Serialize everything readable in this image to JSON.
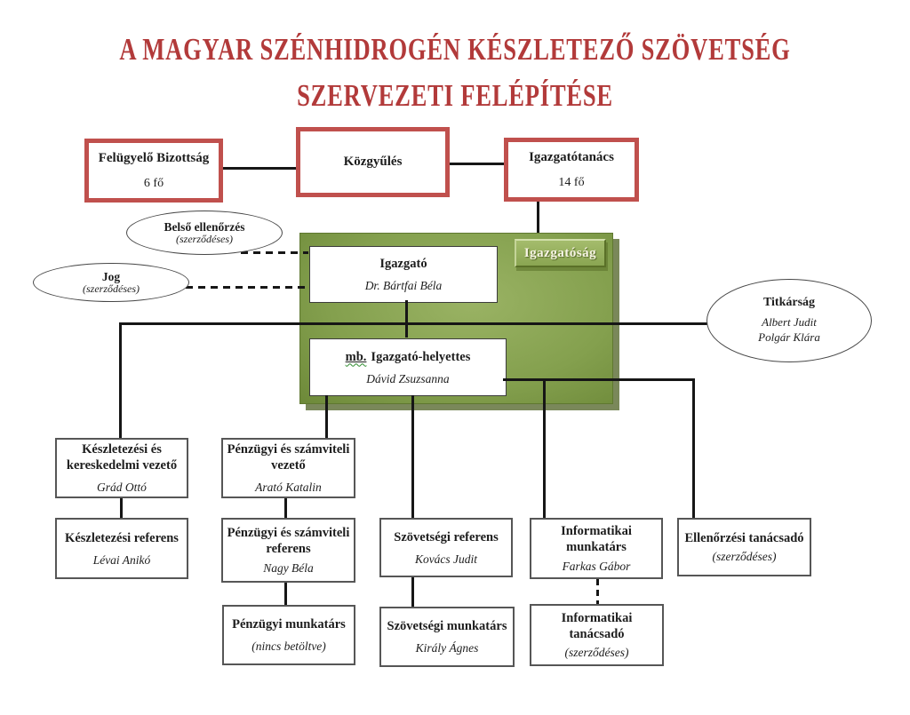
{
  "title": {
    "line1": "A MAGYAR SZÉNHIDROGÉN KÉSZLETEZŐ SZÖVETSÉG",
    "line2": "SZERVEZETI FELÉPÍTÉSE"
  },
  "governance": {
    "felugyelo_bizottsag": {
      "title": "Felügyelő Bizottság",
      "subtitle": "6 fő"
    },
    "kozgyules": {
      "title": "Közgyűlés"
    },
    "igazgatotanacs": {
      "title": "Igazgatótanács",
      "subtitle": "14 fő"
    }
  },
  "executive": {
    "panel_label": "Igazgatóság",
    "igazgato": {
      "title": "Igazgató",
      "name": "Dr. Bártfai Béla"
    },
    "igazgato_helyettes": {
      "title_prefix": "mb.",
      "title": "Igazgató-helyettes",
      "name": "Dávid Zsuzsanna"
    }
  },
  "contracted": {
    "belso_ellenorzes": {
      "title": "Belső ellenőrzés",
      "note": "(szerződéses)"
    },
    "jog": {
      "title": "Jog",
      "note": "(szerződéses)"
    },
    "titkarsag": {
      "title": "Titkárság",
      "names": [
        "Albert Judit",
        "Polgár Klára"
      ]
    }
  },
  "departments": {
    "keszletezesi_vezeto": {
      "title": "Készletezési és kereskedelmi vezető",
      "name": "Grád Ottó"
    },
    "keszletezesi_referens": {
      "title": "Készletezési referens",
      "name": "Lévai Anikó"
    },
    "penzugyi_vezeto": {
      "title": "Pénzügyi és számviteli vezető",
      "name": "Arató Katalin"
    },
    "penzugyi_referens": {
      "title": "Pénzügyi és számviteli referens",
      "name": "Nagy Béla"
    },
    "penzugyi_munkatars": {
      "title": "Pénzügyi munkatárs",
      "name": "(nincs betöltve)"
    },
    "szovetsegi_referens": {
      "title": "Szövetségi referens",
      "name": "Kovács Judit"
    },
    "szovetsegi_munkatars": {
      "title": "Szövetségi munkatárs",
      "name": "Király Ágnes"
    },
    "informatikai_munkatars": {
      "title": "Informatikai munkatárs",
      "name": "Farkas Gábor"
    },
    "informatikai_tanacsado": {
      "title": "Informatikai tanácsadó",
      "name": "(szerződéses)"
    },
    "ellenorzesi_tanacsado": {
      "title": "Ellenőrzési tanácsadó",
      "name": "(szerződéses)"
    }
  },
  "colors": {
    "title_text": "#b23a3a",
    "governance_border": "#c0504d",
    "panel_green": "#84a04e",
    "panel_shadow": "#4d6023",
    "line": "#161616"
  }
}
